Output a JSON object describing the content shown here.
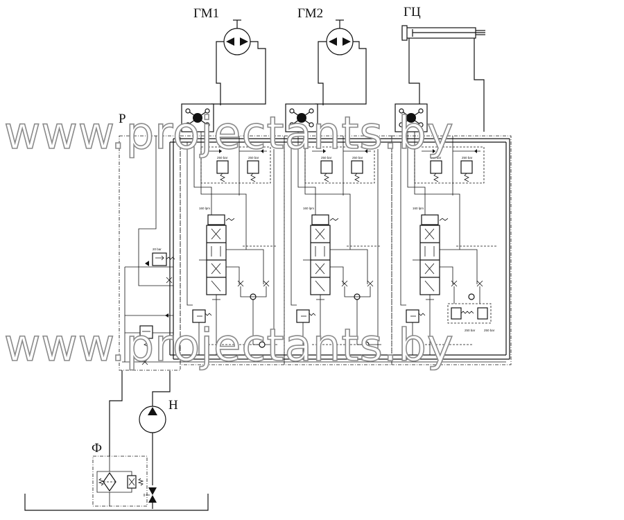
{
  "labels": {
    "motor1": "ГМ1",
    "motor2": "ГМ2",
    "cylinder": "ГЦ",
    "distributor": "Р",
    "pump": "Н",
    "filter": "Ф"
  },
  "watermark": {
    "text": "www.projectants.by"
  },
  "annotations": {
    "relief_main": "20 bar",
    "section1_reliefA": "250 bar",
    "section1_reliefB": "250 bar",
    "section1_flow": "160 lpm",
    "section2_reliefA": "250 bar",
    "section2_reliefB": "250 bar",
    "section2_flow": "160 lpm",
    "section3_reliefA": "250 bar",
    "section3_reliefB": "250 bar",
    "section3_flow": "160 lpm",
    "section3_lockA": "250 bar",
    "section3_lockB": "250 bar"
  },
  "colors": {
    "line": "#111111",
    "watermark_stroke": "#8a8a8a",
    "background": "#ffffff"
  }
}
